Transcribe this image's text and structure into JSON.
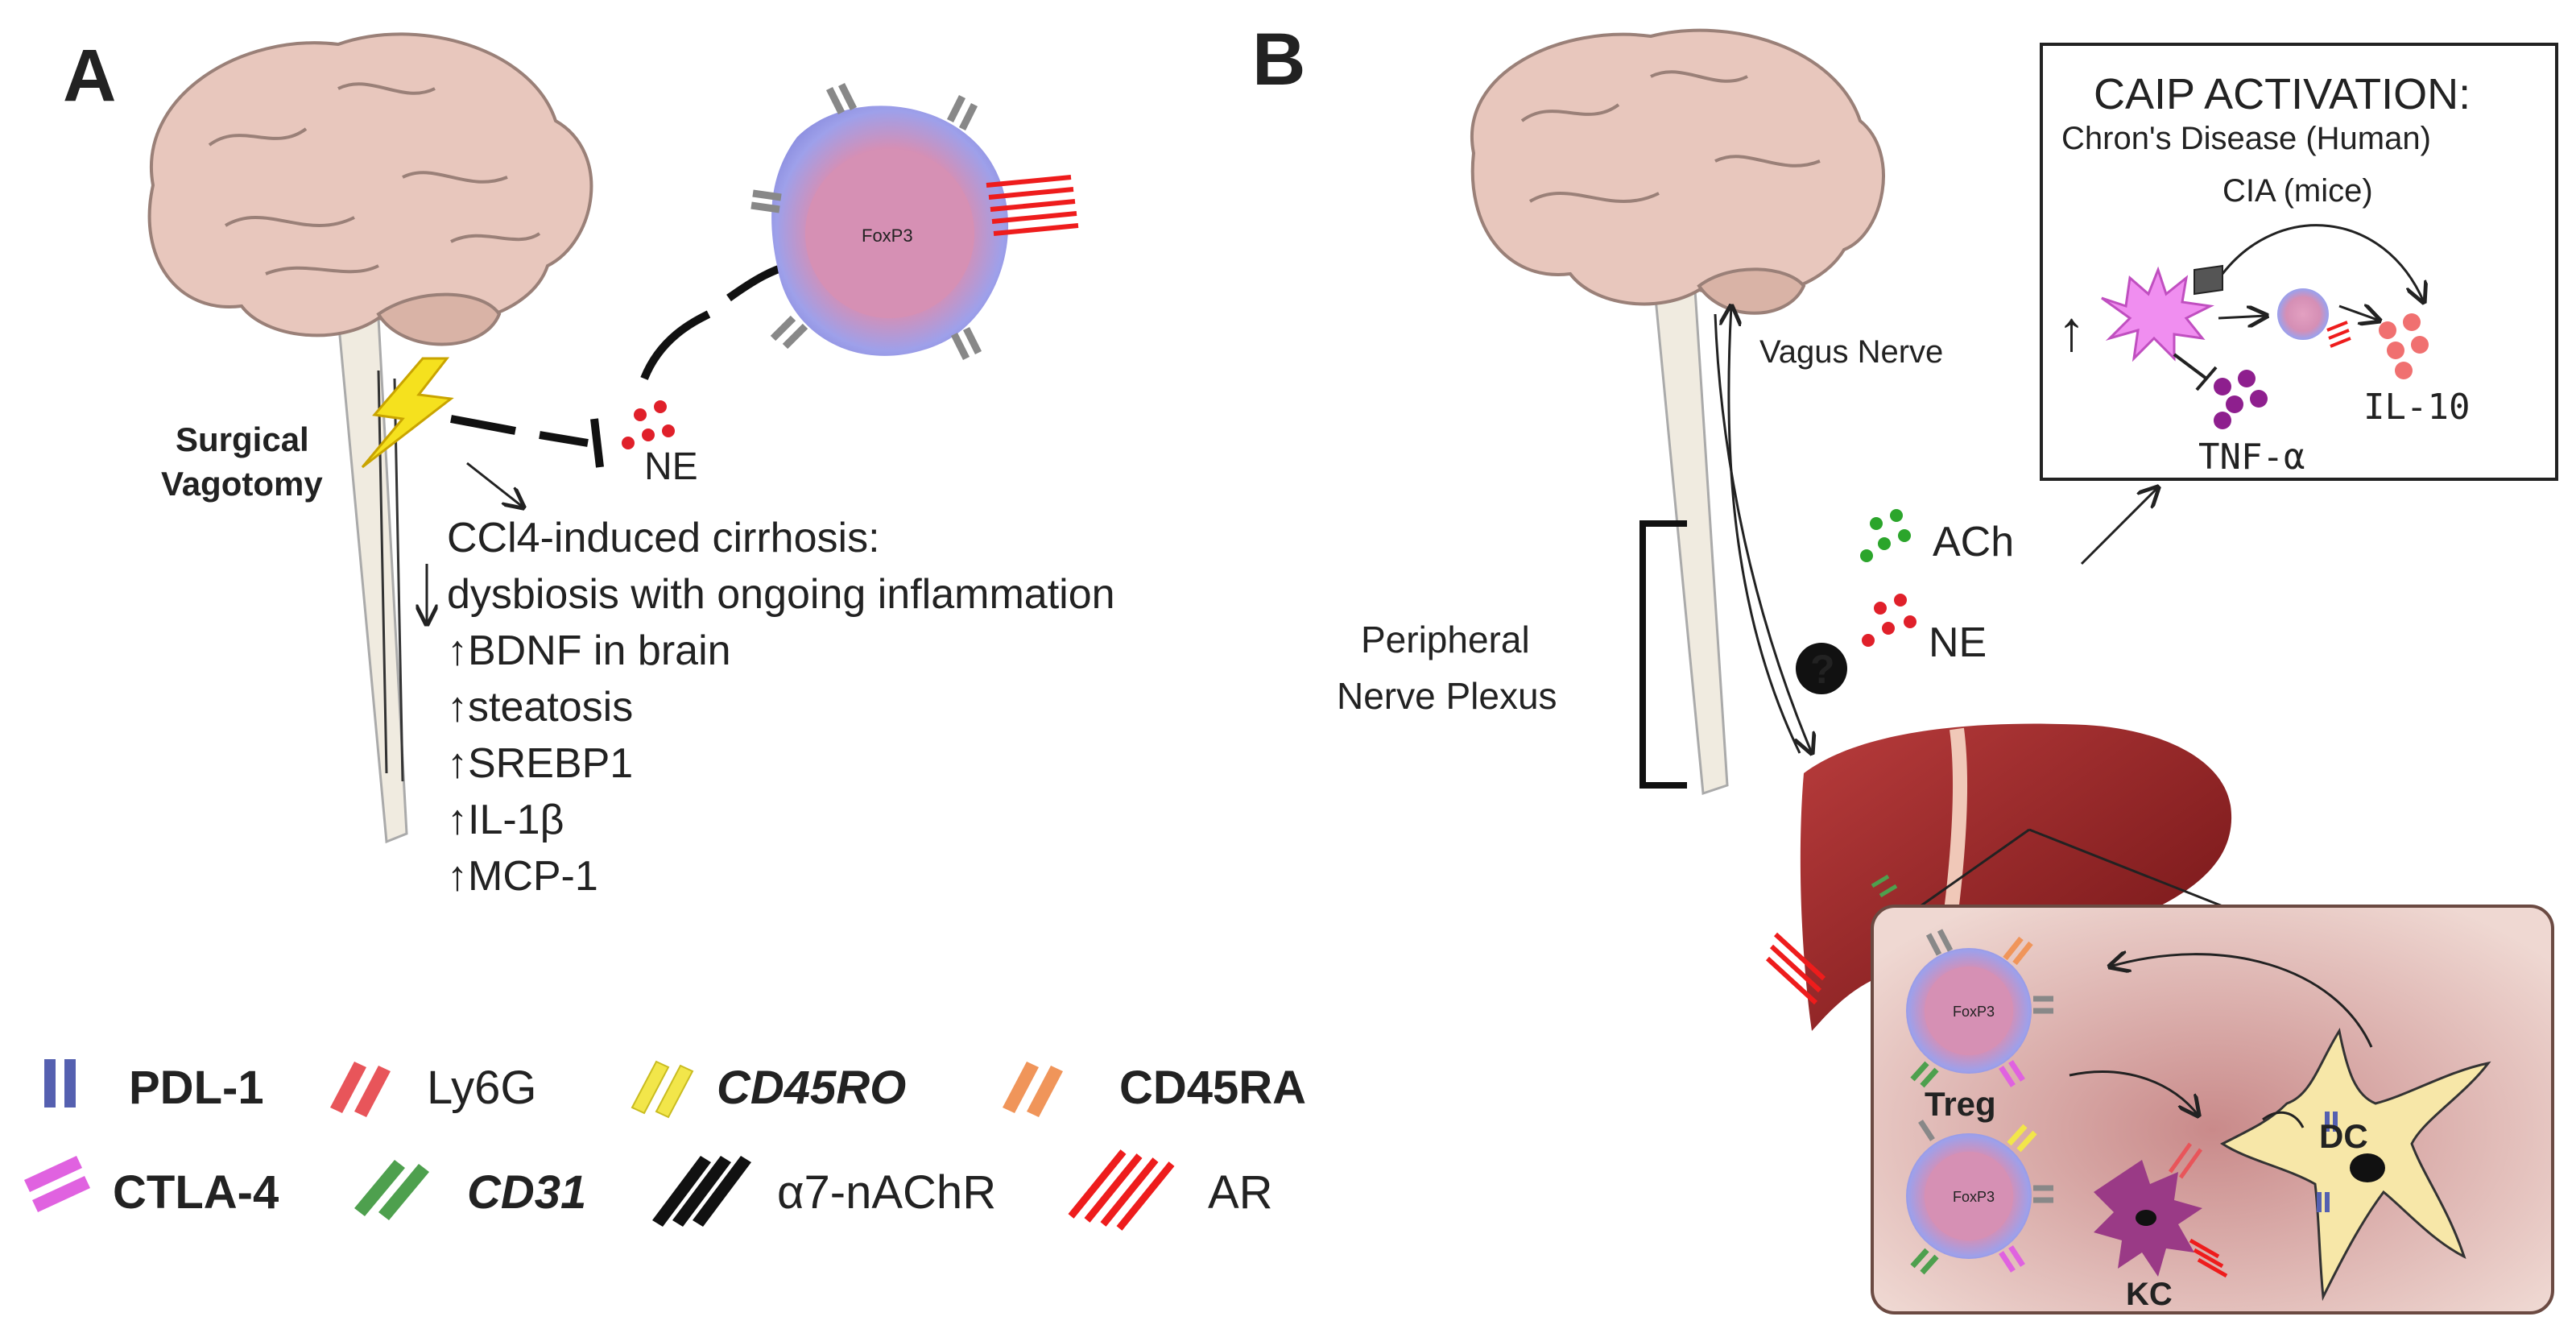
{
  "panel_a": {
    "label": "A",
    "surgical_label_line1": "Surgical",
    "surgical_label_line2": "Vagotomy",
    "cell_marker": "FoxP3",
    "ne_label": "NE",
    "effects_title": "CCl4-induced cirrhosis:",
    "effects": [
      "dysbiosis with ongoing inflammation",
      "↑BDNF in brain",
      "↑steatosis",
      "↑SREBP1",
      "↑IL-1β",
      "↑MCP-1"
    ]
  },
  "panel_b": {
    "label": "B",
    "vagus_label": "Vagus Nerve",
    "plexus_line1": "Peripheral",
    "plexus_line2": "Nerve Plexus",
    "ach_label": "ACh",
    "ne_label": "NE",
    "question_mark": "?",
    "caip": {
      "title": "CAIP ACTIVATION:",
      "line2": "Chron's Disease (Human)",
      "line3": "CIA (mice)",
      "tnf_label": "TNF-α",
      "il10_label": "IL-10",
      "up_arrow": "↑"
    },
    "liver_inset": {
      "treg_label": "Treg",
      "foxp3_1": "FoxP3",
      "foxp3_2": "FoxP3",
      "kc_label": "KC",
      "dc_label": "DC"
    }
  },
  "legend": [
    {
      "label": "PDL-1",
      "color": "#5560b0",
      "style": "bold"
    },
    {
      "label": "Ly6G",
      "color": "#e8555a",
      "style": "normal"
    },
    {
      "label": "CD45RO",
      "color": "#f2e64a",
      "style": "bold-italic"
    },
    {
      "label": "CD45RA",
      "color": "#f0955a",
      "style": "bold"
    },
    {
      "label": "CTLA-4",
      "color": "#e062e0",
      "style": "bold"
    },
    {
      "label": "CD31",
      "color": "#4ea04e",
      "style": "bold-italic"
    },
    {
      "label": "α7-nAChR",
      "color": "#111111",
      "style": "normal"
    },
    {
      "label": "AR",
      "color": "#ee1c1c",
      "style": "normal"
    }
  ],
  "colors": {
    "brain": "#e8c7bd",
    "brain_stroke": "#9a8078",
    "spinal": "#f0ebe0",
    "lightning": "#f5e11e",
    "cell_outer": "#8f8ee0",
    "cell_inner": "#d991b3",
    "ne_dots": "#e0202a",
    "ach_dots": "#2ba52b",
    "liver": "#8f1d20",
    "inset_bg": "#e8cfc9",
    "tnf_dots": "#8e1f8e",
    "il10_dots": "#f07070",
    "dc": "#f7e7a8",
    "kc": "#9a3a86"
  }
}
